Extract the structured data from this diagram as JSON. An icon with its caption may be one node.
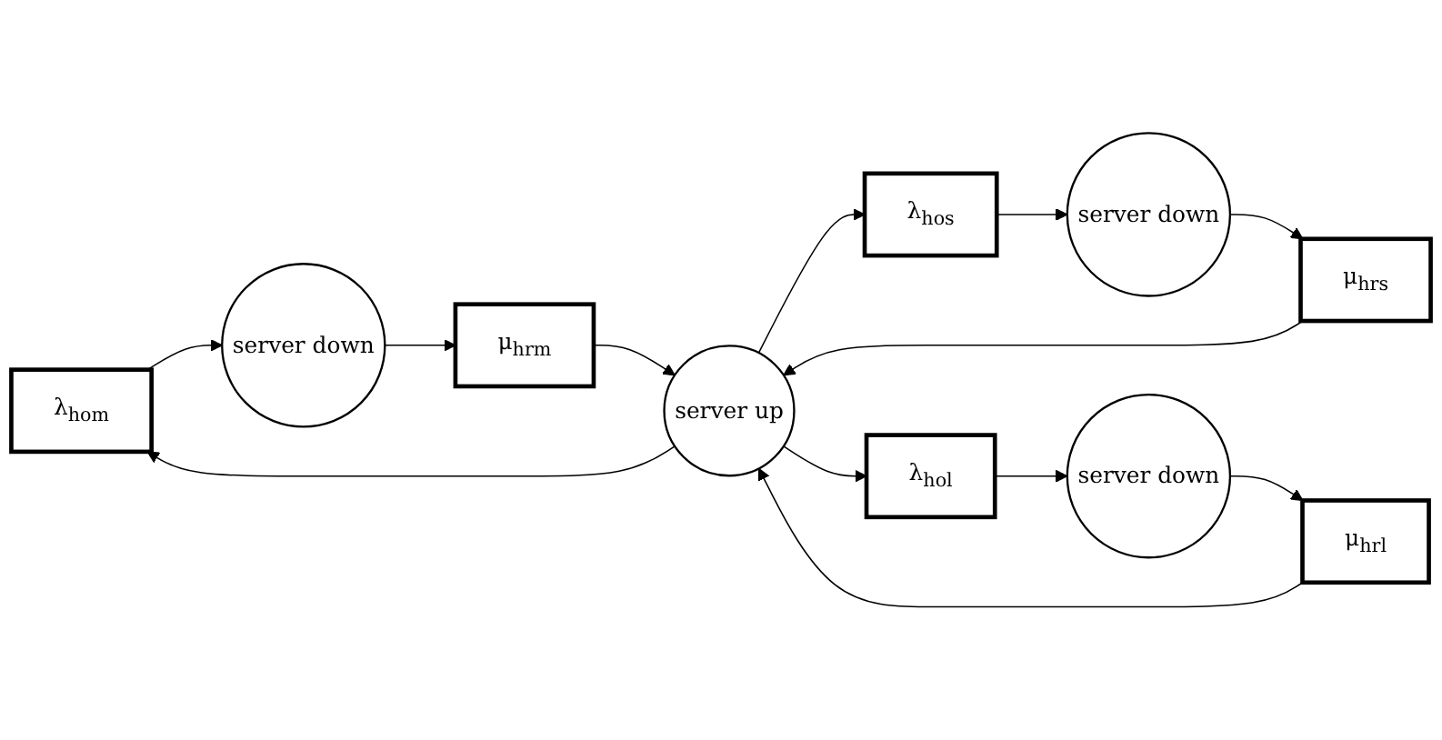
{
  "diagram": {
    "nodes": [
      {
        "text": [
          "λ$_{hom}$"
        ]
      },
      {
        "text": [
          "λ$_{hos}$"
        ]
      },
      {
        "text": [
          "server down"
        ]
      },
      {
        "text": [
          "server up"
        ]
      },
      {
        "text": [
          "server down"
        ]
      },
      {
        "text": [
          "μ$_{hrm}$"
        ]
      },
      {
        "text": [
          "μ$_{hrs}$"
        ]
      },
      {
        "text": [
          "λ$_{hol}$"
        ]
      },
      {
        "text": [
          "μ$_{hrl}$"
        ]
      },
      {
        "text": [
          "server down"
        ]
      }
    ],
    "edges": [
      {
        "from": 3,
        "to": 0,
        "arrow": "to"
      },
      {
        "from": 0,
        "to": 2,
        "arrow": "to"
      },
      {
        "from": 2,
        "to": 5,
        "arrow": "to"
      },
      {
        "from": 5,
        "to": 3,
        "arrow": "to"
      },
      {
        "from": 3,
        "to": 1,
        "arrow": "to"
      },
      {
        "from": 1,
        "to": 4,
        "arrow": "to"
      },
      {
        "from": 4,
        "to": 6,
        "arrow": "to"
      },
      {
        "from": 6,
        "to": 3,
        "arrow": "to"
      },
      {
        "from": 3,
        "to": 7,
        "arrow": "to"
      },
      {
        "from": 7,
        "to": 9,
        "arrow": "to"
      },
      {
        "from": 9,
        "to": 8,
        "arrow": "to"
      },
      {
        "from": 8,
        "to": 3,
        "arrow": "to"
      }
    ]
  }
}
